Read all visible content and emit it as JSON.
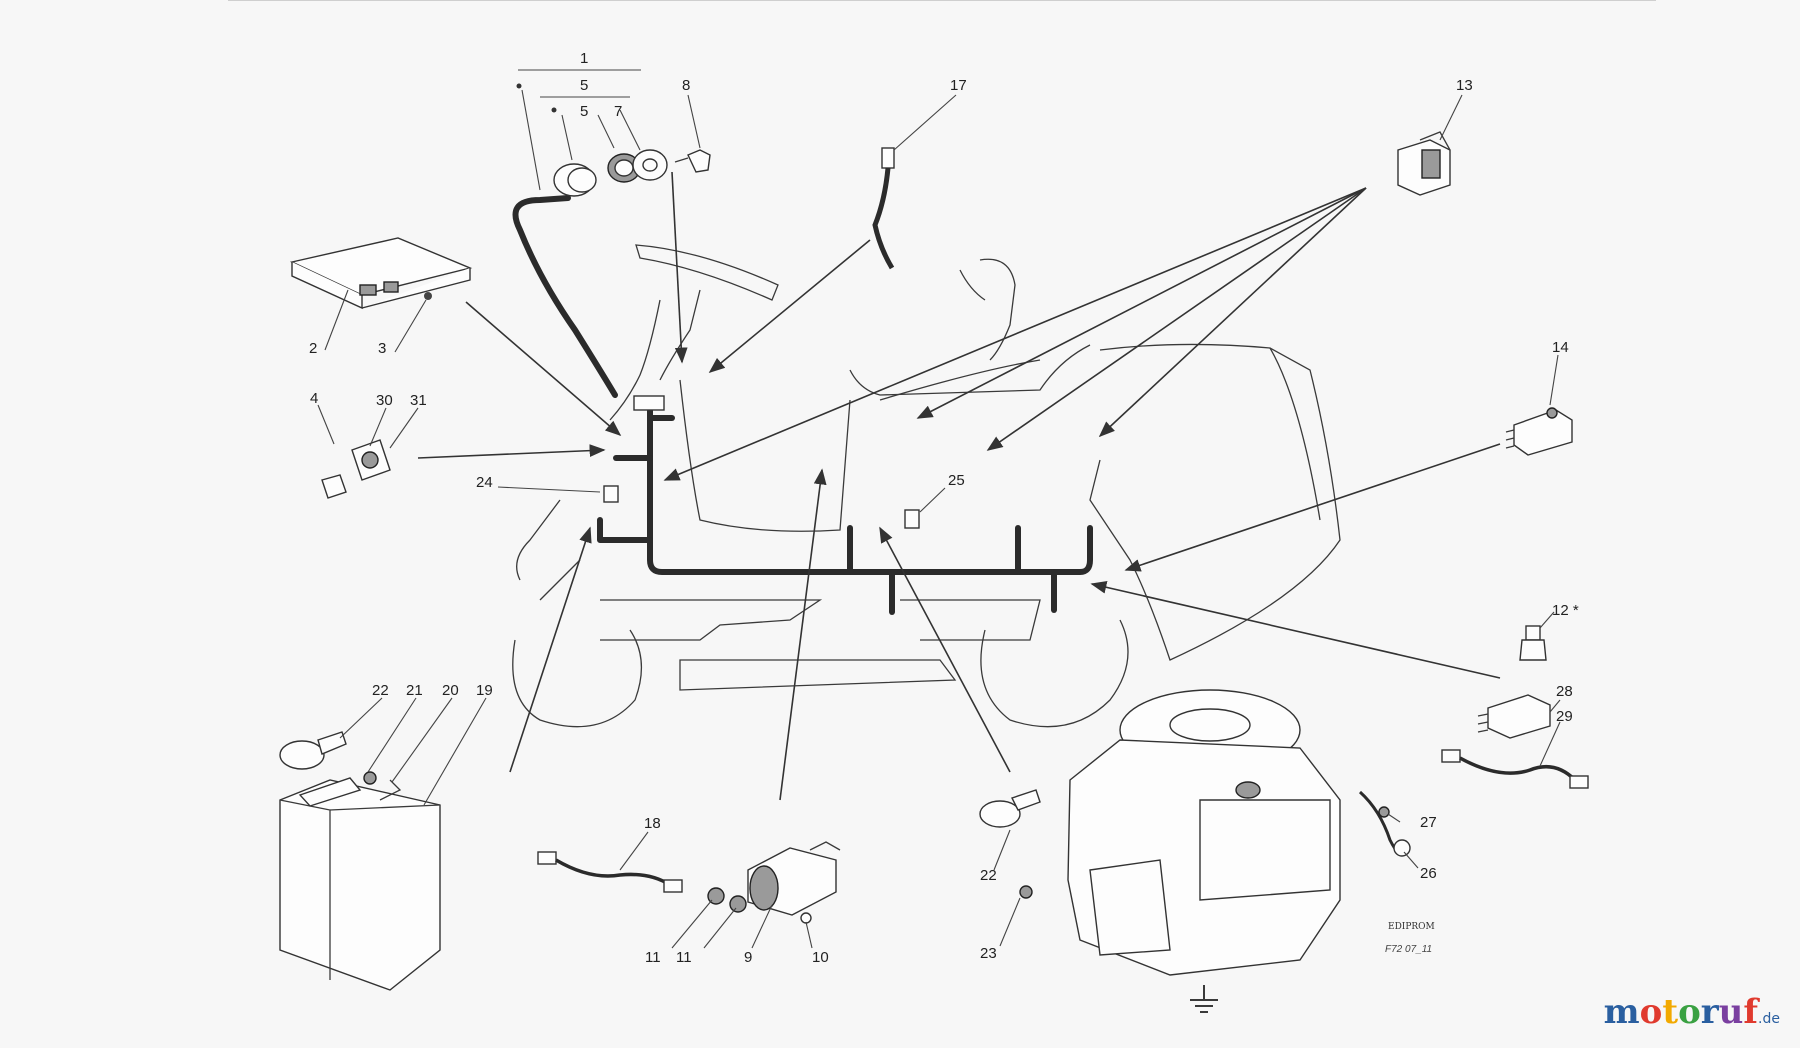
{
  "diagram": {
    "callouts": {
      "c1": "1",
      "c5a": "5",
      "c5b": "5",
      "c7": "7",
      "c8": "8",
      "c17": "17",
      "c13": "13",
      "c2": "2",
      "c3": "3",
      "c4": "4",
      "c30": "30",
      "c31": "31",
      "c24": "24",
      "c25": "25",
      "c14": "14",
      "c12": "12 *",
      "c28": "28",
      "c29": "29",
      "c22a": "22",
      "c21": "21",
      "c20": "20",
      "c19": "19",
      "c18": "18",
      "c11a": "11",
      "c11b": "11",
      "c9": "9",
      "c10": "10",
      "c22b": "22",
      "c23": "23",
      "c27": "27",
      "c26": "26"
    },
    "drawing_code": "F72 07_11",
    "publisher_mark": "EDIPROM"
  },
  "watermark": {
    "part1": "motoruf",
    "part2": ".de",
    "colors": [
      "#2a5fa0",
      "#e03a2e",
      "#f2a900",
      "#3aa142",
      "#2a5fa0",
      "#7a3fa0",
      "#e03a2e"
    ]
  }
}
